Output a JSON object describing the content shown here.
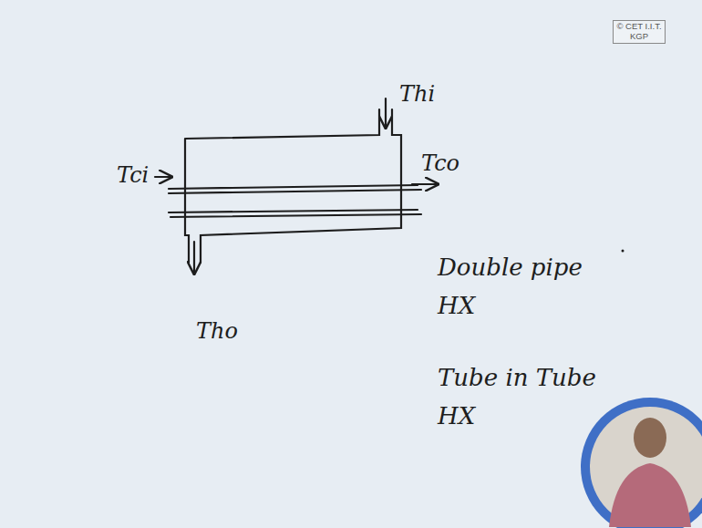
{
  "diagram": {
    "labels": [
      "Thi",
      "Tci",
      "Tco",
      "Tho",
      "Double pipe HX",
      "Tube in Tube HX",
      "© CET I.I.T. KGP"
    ]
  }
}
